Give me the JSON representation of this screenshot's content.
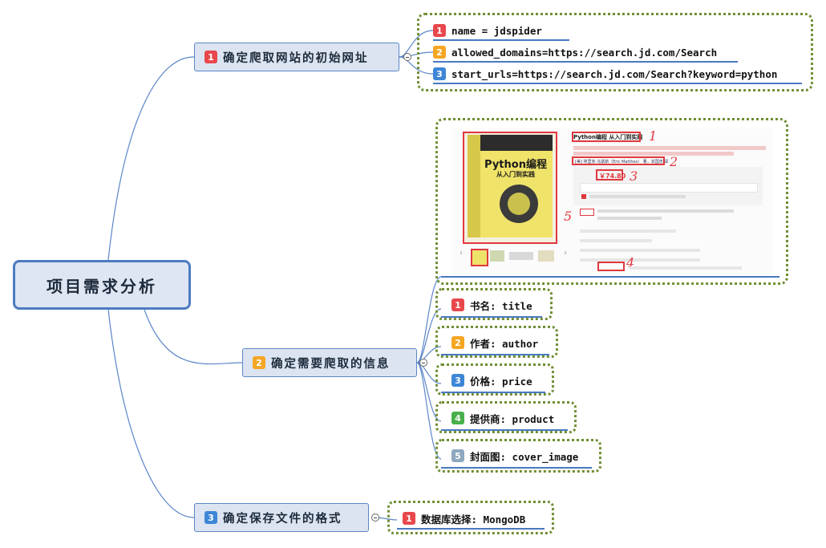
{
  "root": {
    "label": "项目需求分析"
  },
  "branches": [
    {
      "number": "1",
      "label": "确定爬取网站的初始网址",
      "items": [
        {
          "number": "1",
          "text": "name = jdspider"
        },
        {
          "number": "2",
          "text": "allowed_domains=https://search.jd.com/Search"
        },
        {
          "number": "3",
          "text": "start_urls=https://search.jd.com/Search?keyword=python"
        }
      ]
    },
    {
      "number": "2",
      "label": "确定需要爬取的信息",
      "items": [
        {
          "number": "1",
          "text": "书名: title"
        },
        {
          "number": "2",
          "text": "作者: author"
        },
        {
          "number": "3",
          "text": "价格: price"
        },
        {
          "number": "4",
          "text": "提供商: product"
        },
        {
          "number": "5",
          "text": "封面图: cover_image"
        }
      ]
    },
    {
      "number": "3",
      "label": "确定保存文件的格式",
      "items": [
        {
          "number": "1",
          "text": "数据库选择: MongoDB"
        }
      ]
    }
  ],
  "screenshot": {
    "book_cover_title": "Python编程",
    "book_cover_subtitle": "从入门到实践",
    "product_title": "Python编程 从入门到实践",
    "author_line": "[美] 埃里克·马瑟斯（Eric Matthes） 著，袁国忠 译",
    "price": "￥74.80",
    "annotations": [
      "1",
      "2",
      "3",
      "4",
      "5"
    ]
  },
  "colors": {
    "line": "#4a79c0",
    "group_border": "#6f8f34",
    "highlight": "#e0383e"
  }
}
